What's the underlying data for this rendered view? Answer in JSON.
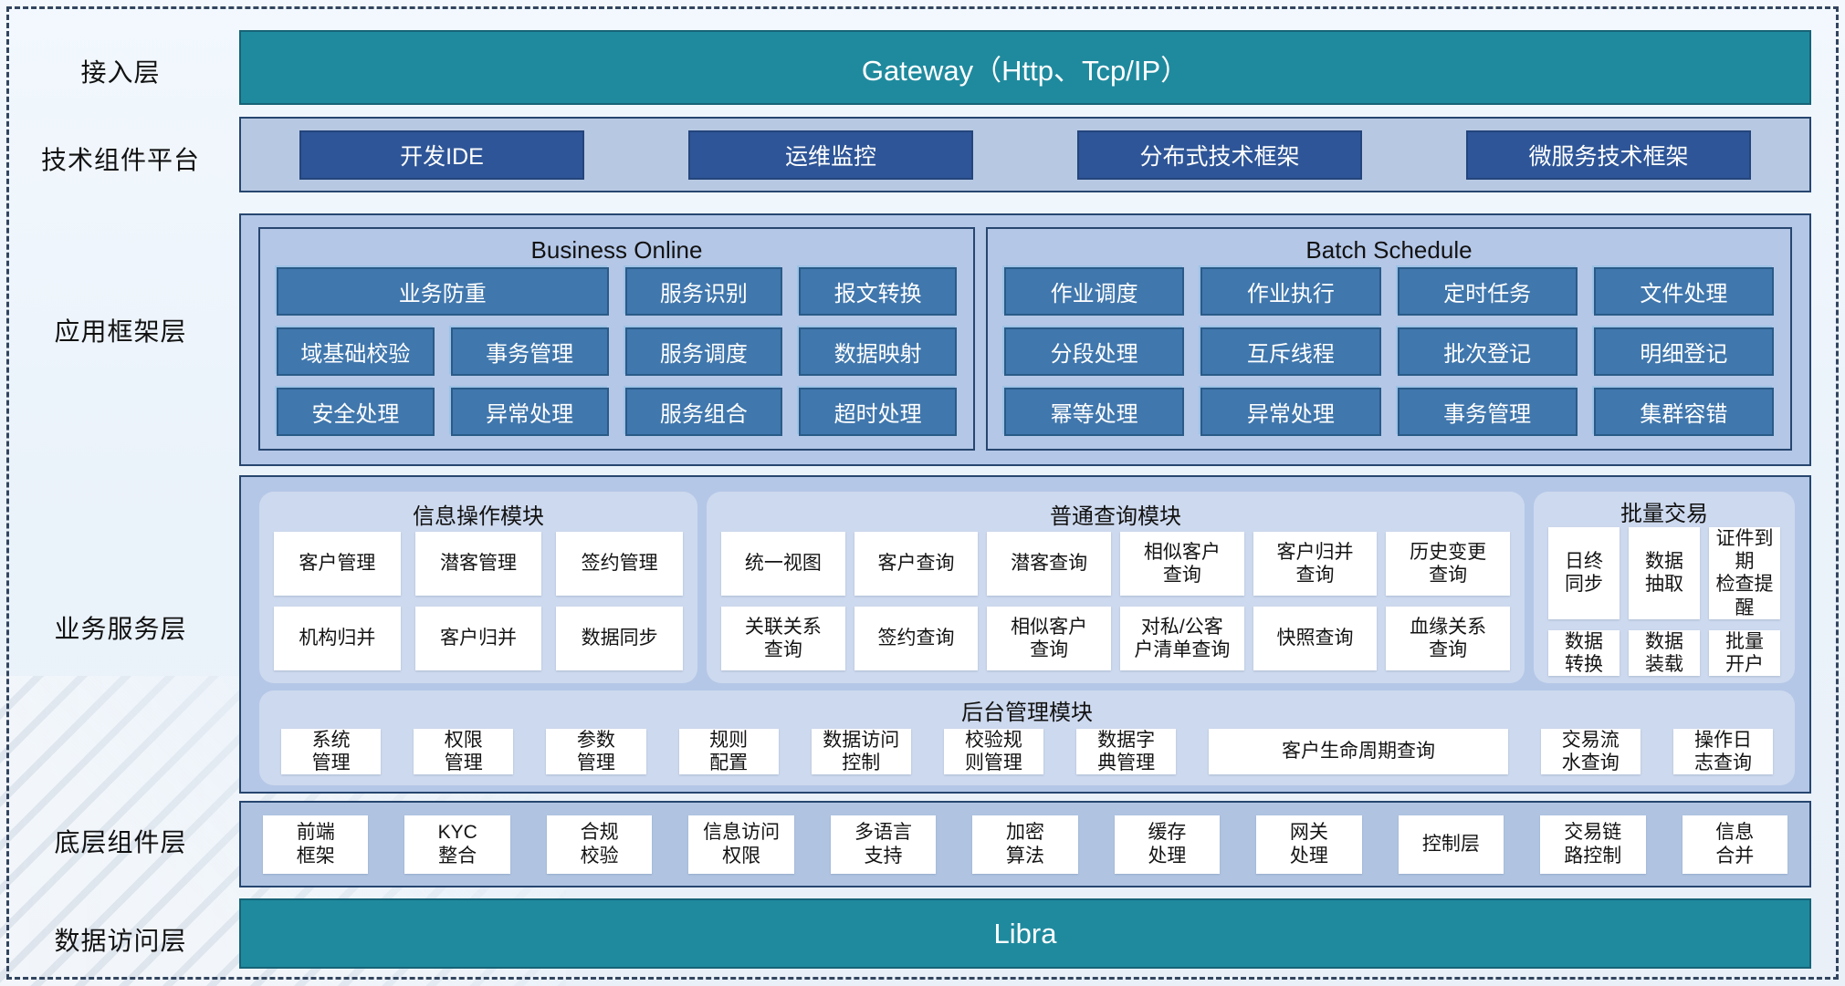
{
  "colors": {
    "teal": "#1f8a9e",
    "teal-border": "#176377",
    "navy": "#27466f",
    "steel-bg": "#b4c7e7",
    "panel": "#cdd9ee",
    "btn-dark": "#2e5597",
    "btn-steel": "#4077ad",
    "btn-steel-border": "#2a5b88",
    "hl": "#9dc3e6"
  },
  "labels": {
    "access": "接入层",
    "tech": "技术组件平台",
    "app": "应用框架层",
    "business": "业务服务层",
    "bottom": "底层组件层",
    "data": "数据访问层"
  },
  "access": {
    "title": "Gateway（Http、Tcp/IP）"
  },
  "tech": {
    "items": [
      "开发IDE",
      "运维监控",
      "分布式技术框架",
      "微服务技术框架"
    ]
  },
  "app_framework": {
    "business_online": {
      "title": "Business Online",
      "items": [
        {
          "label": "业务防重",
          "span": 2
        },
        "服务识别",
        "报文转换",
        "域基础校验",
        "事务管理",
        "服务调度",
        "数据映射",
        "安全处理",
        "异常处理",
        "服务组合",
        "超时处理"
      ]
    },
    "batch_schedule": {
      "title": "Batch Schedule",
      "items": [
        "作业调度",
        "作业执行",
        "定时任务",
        "文件处理",
        "分段处理",
        "互斥线程",
        "批次登记",
        "明细登记",
        "幂等处理",
        "异常处理",
        "事务管理",
        "集群容错"
      ]
    }
  },
  "business_service": {
    "info_module": {
      "title": "信息操作模块",
      "items": [
        "客户管理",
        "潜客管理",
        "签约管理",
        "机构归并",
        "客户归并",
        "数据同步"
      ]
    },
    "query_module": {
      "title": "普通查询模块",
      "items": [
        "统一视图",
        "客户查询",
        "潜客查询",
        "相似客户\n查询",
        "客户归并\n查询",
        "历史变更\n查询",
        "关联关系\n查询",
        "签约查询",
        "相似客户\n查询",
        "对私/公客\n户清单查询",
        "快照查询",
        "血缘关系\n查询"
      ]
    },
    "batch_trade": {
      "title": "批量交易",
      "items": [
        "日终\n同步",
        "数据\n抽取",
        "证件到期\n检查提醒",
        "数据\n转换",
        "数据\n装载",
        "批量\n开户"
      ]
    },
    "admin_module": {
      "title": "后台管理模块",
      "items": [
        "系统\n管理",
        "权限\n管理",
        "参数\n管理",
        "规则\n配置",
        "数据访问\n控制",
        "校验规\n则管理",
        "数据字\n典管理",
        {
          "label": "客户生命周期查询",
          "grow": 3
        },
        "交易流\n水查询",
        "操作日\n志查询"
      ]
    }
  },
  "bottom_components": {
    "items": [
      "前端\n框架",
      "KYC\n整合",
      "合规\n校验",
      "信息访问\n权限",
      "多语言\n支持",
      "加密\n算法",
      "缓存\n处理",
      "网关\n处理",
      "控制层",
      "交易链\n路控制",
      "信息\n合并"
    ]
  },
  "data_access": {
    "title": "Libra"
  }
}
